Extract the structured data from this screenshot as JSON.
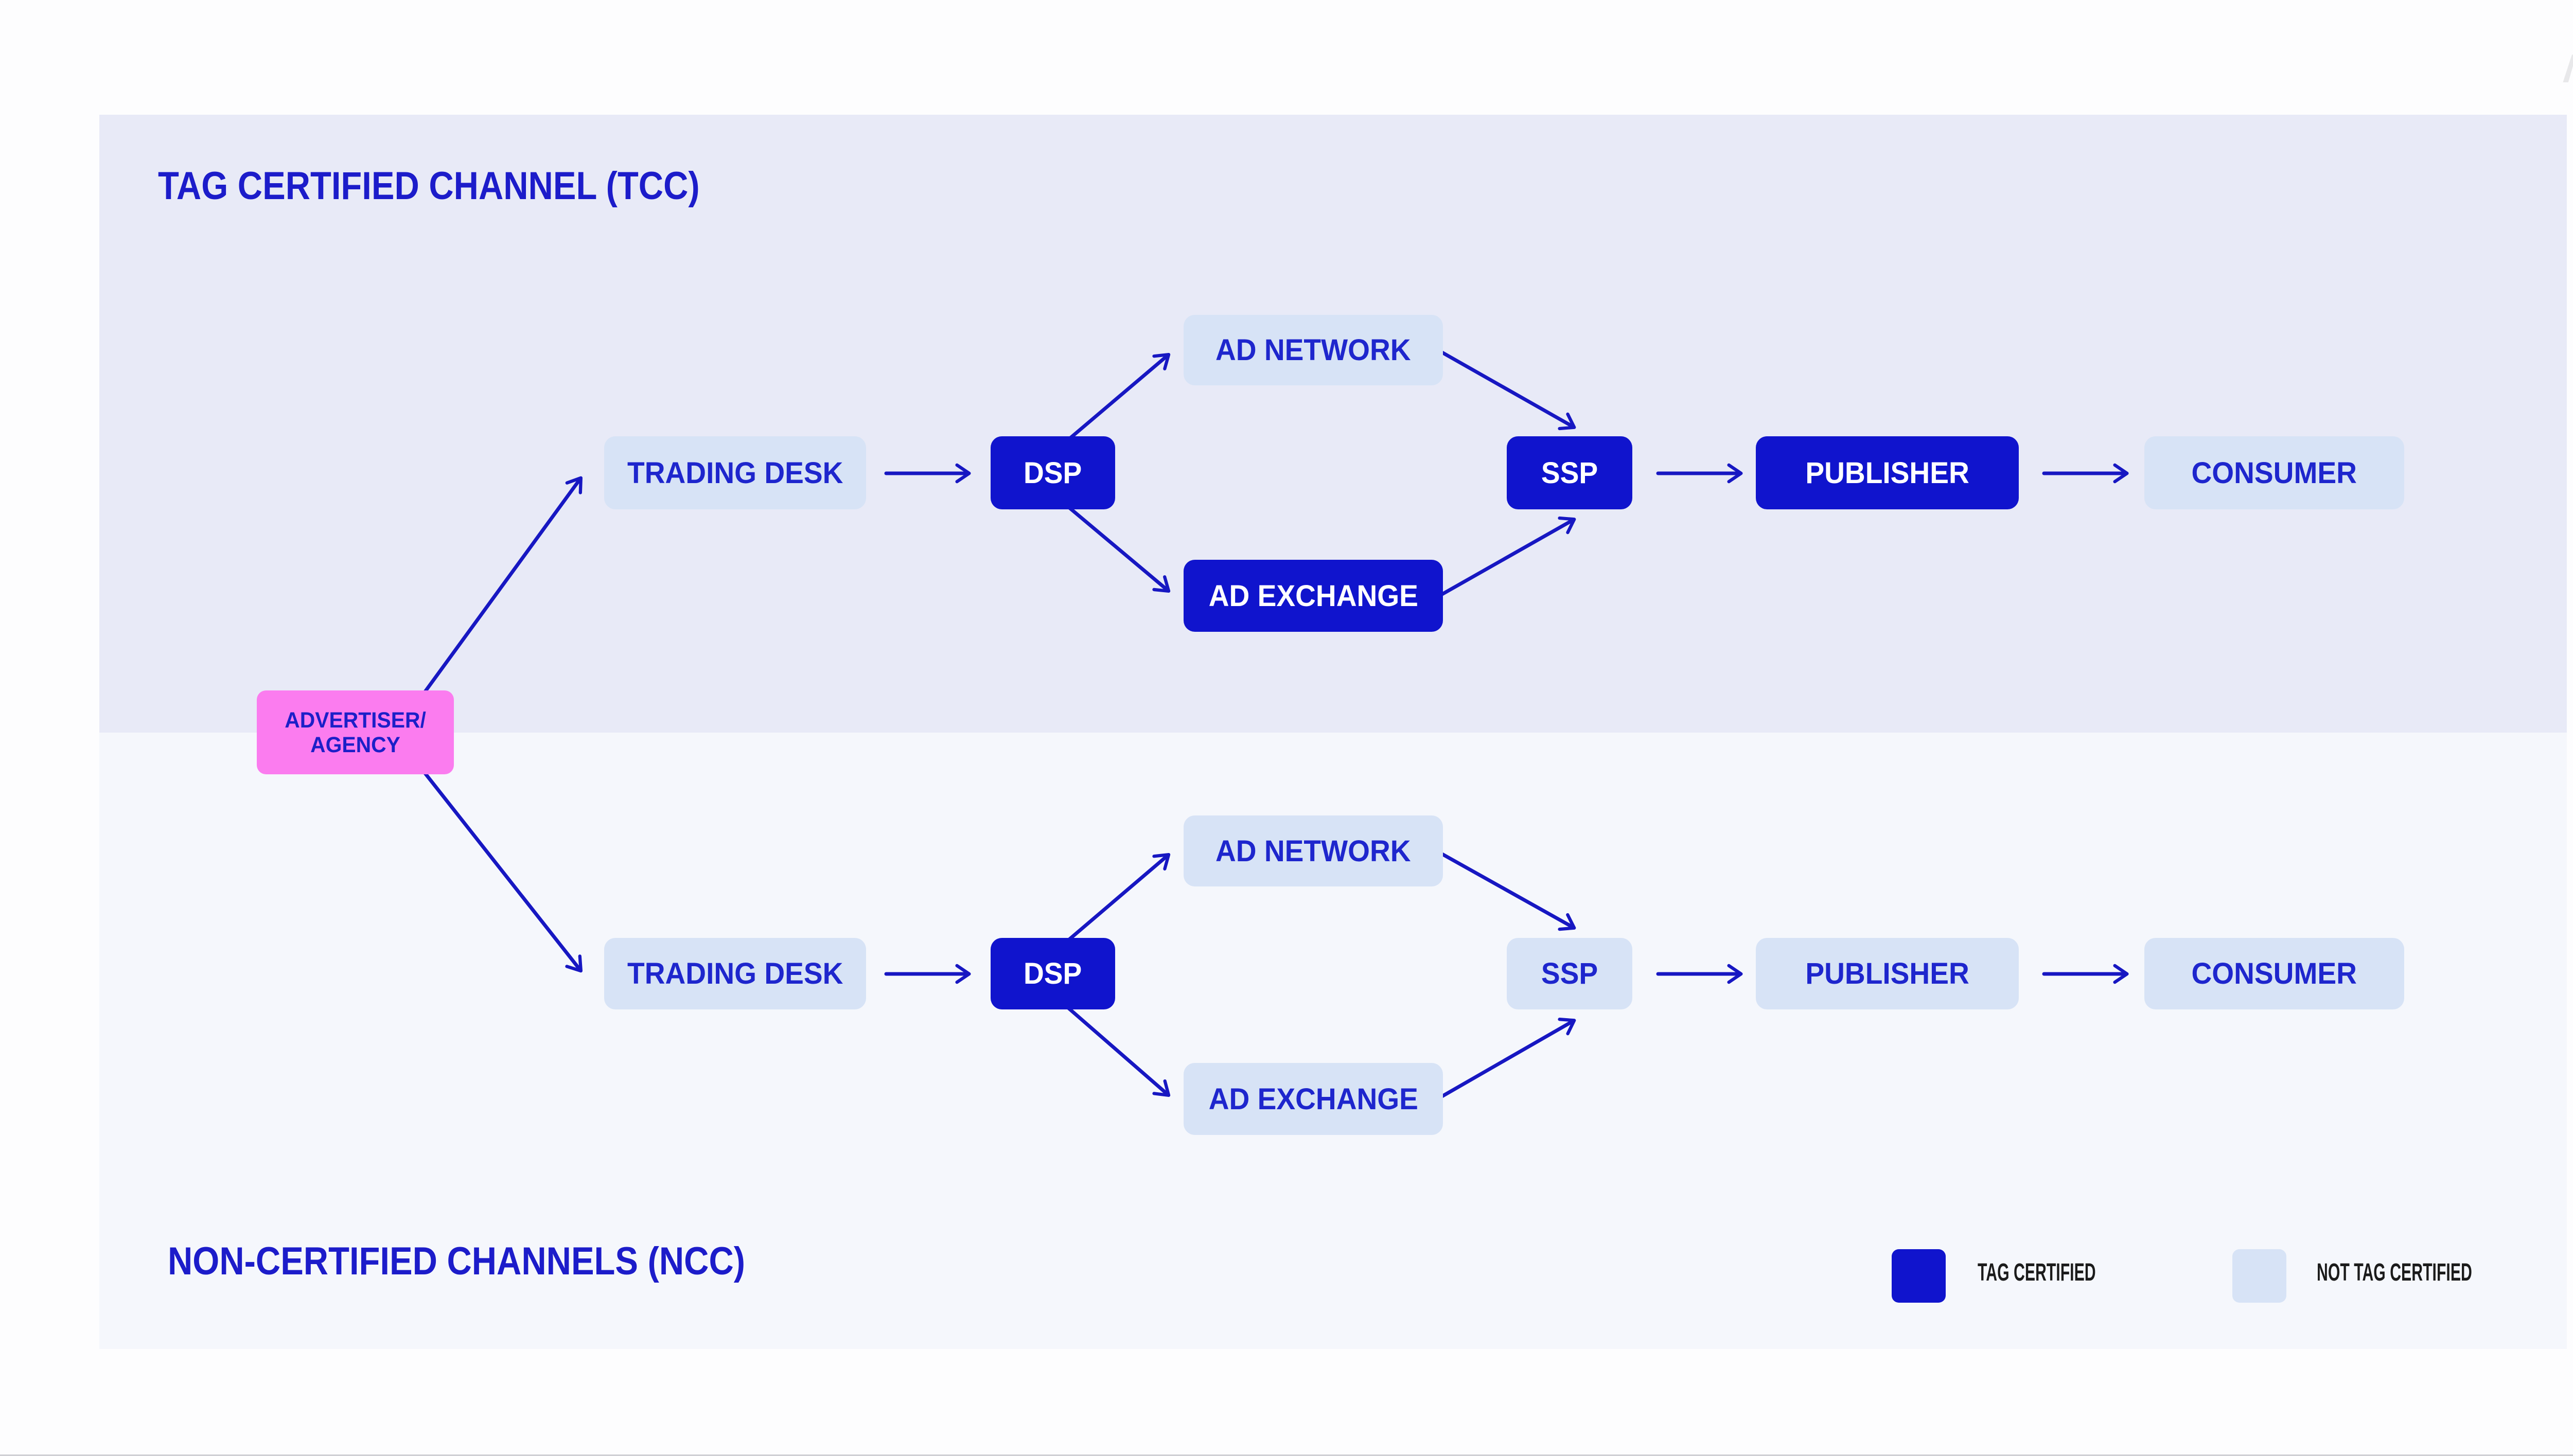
{
  "logo": {
    "text": "ΛI"
  },
  "sections": {
    "tcc": {
      "title": "TAG CERTIFIED CHANNEL (TCC)"
    },
    "ncc": {
      "title": "NON-CERTIFIED CHANNELS (NCC)"
    }
  },
  "advertiser": {
    "label": "ADVERTISER/\nAGENCY",
    "color": "#FB7CEF"
  },
  "diagram": {
    "tcc_nodes": [
      {
        "label": "TRADING DESK",
        "tag_certified": false
      },
      {
        "label": "DSP",
        "tag_certified": true
      },
      {
        "label": "AD NETWORK",
        "tag_certified": false
      },
      {
        "label": "AD EXCHANGE",
        "tag_certified": true
      },
      {
        "label": "SSP",
        "tag_certified": true
      },
      {
        "label": "PUBLISHER",
        "tag_certified": true
      },
      {
        "label": "CONSUMER",
        "tag_certified": false
      }
    ],
    "ncc_nodes": [
      {
        "label": "TRADING DESK",
        "tag_certified": false
      },
      {
        "label": "DSP",
        "tag_certified": true
      },
      {
        "label": "AD NETWORK",
        "tag_certified": false
      },
      {
        "label": "AD EXCHANGE",
        "tag_certified": false
      },
      {
        "label": "SSP",
        "tag_certified": false
      },
      {
        "label": "PUBLISHER",
        "tag_certified": false
      },
      {
        "label": "CONSUMER",
        "tag_certified": false
      }
    ],
    "tcc_edges": [
      "ADVERTISER/AGENCY → TRADING DESK",
      "TRADING DESK → DSP",
      "DSP → AD NETWORK",
      "DSP → AD EXCHANGE",
      "AD NETWORK → SSP",
      "AD EXCHANGE → SSP",
      "SSP → PUBLISHER",
      "PUBLISHER → CONSUMER"
    ],
    "ncc_edges": [
      "ADVERTISER/AGENCY → TRADING DESK",
      "TRADING DESK → DSP",
      "DSP → AD NETWORK",
      "DSP → AD EXCHANGE",
      "AD NETWORK → SSP",
      "AD EXCHANGE → SSP",
      "SSP → PUBLISHER",
      "PUBLISHER → CONSUMER"
    ]
  },
  "legend": {
    "items": [
      {
        "label": "TAG CERTIFIED",
        "color": "#1014CD"
      },
      {
        "label": "NOT TAG CERTIFIED",
        "color": "#D7E3F6"
      }
    ]
  },
  "colors": {
    "tag_certified_box": "#1014CD",
    "not_certified_box": "#D7E3F6",
    "advertiser_box": "#FB7CEF",
    "arrow": "#1717C2",
    "title_text": "#1C1CCA",
    "tcc_panel_bg": "#E8EAF7",
    "ncc_panel_bg": "#F5F7FC"
  }
}
